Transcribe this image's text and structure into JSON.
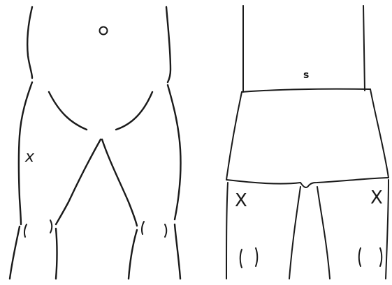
{
  "figure": {
    "left_panel": {
      "marks": [
        {
          "label": "x"
        }
      ]
    },
    "right_panel": {
      "marks": [
        {
          "label": "s"
        },
        {
          "label": "X"
        },
        {
          "label": "X"
        }
      ]
    },
    "colors": {
      "ink": "#1a1a1a",
      "background": "#ffffff"
    }
  }
}
